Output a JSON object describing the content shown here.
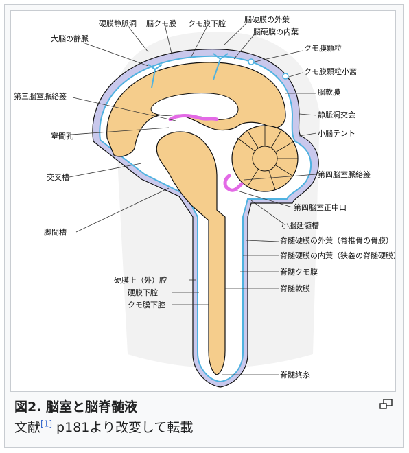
{
  "labels": {
    "kouzaku_jouminmyakudou": "硬膜静脈洞",
    "nou_kumomaku": "脳クモ膜",
    "kumomaku_kakuu": "クモ膜下腔",
    "nou_kouzaku_gaiyou": "脳硬膜の外葉",
    "nou_kouzaku_naiyou": "脳硬膜の内葉",
    "dainou_jouminmyaku": "大脳の静脈",
    "kumomaku_karyu": "クモ膜顆粒",
    "kumomaku_karyu_shouka": "クモ膜顆粒小窩",
    "nou_nanmaku": "脳軟膜",
    "daisan_noushitsu_myakuraku": "第三脳室脈絡叢",
    "jouminmyaku_doukoukai": "静脈洞交会",
    "shitsukankou": "室間孔",
    "shounou_tent": "小脳テント",
    "kousasou": "交叉槽",
    "daiyon_noushitsu_myakuraku": "第四脳室脈絡叢",
    "daiyon_noushitsu_seichuukou": "第四脳室正中口",
    "kyakukansou": "脚間槽",
    "shounou_enzuisou": "小脳延髄槽",
    "sekizui_kouzaku_gaiyou": "脊髄硬膜の外葉（脊椎骨の骨膜）",
    "sekizui_kouzaku_naiyou": "脊髄硬膜の内葉（狭義の脊髄硬膜）",
    "kouzaku_jou_kuu": "硬膜上（外）腔",
    "sekizui_kumomaku": "脊髄クモ膜",
    "kouzaku_kakuu": "硬膜下腔",
    "sekizui_nanmaku": "脊髄軟膜",
    "kumomaku_kakuu_2": "クモ膜下腔",
    "sekizui_shuushi": "脊髄終糸"
  },
  "caption": {
    "title": "図2.  脳室と脳脊髄液",
    "source_prefix": "文献",
    "ref": "[1]",
    "source_suffix": " p181より改変して転載"
  },
  "colors": {
    "csf_fill": "#f5cd8c",
    "dura_fill": "#c9c8ec",
    "arachnoid_line": "#4fb2e0",
    "choroid_plexus": "#e36ae6",
    "outline": "#111111"
  },
  "icons": {
    "enlarge": "enlarge-icon"
  }
}
